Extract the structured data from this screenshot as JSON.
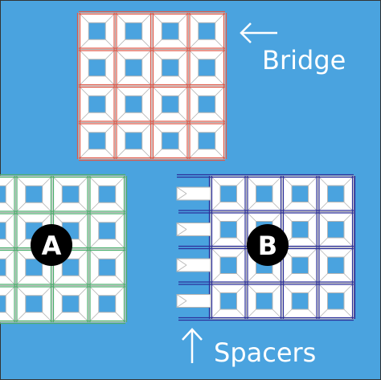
{
  "labels": {
    "bridge": "Bridge",
    "spacers": "Spacers",
    "badge_a": "A",
    "badge_b": "B"
  },
  "arrows": {
    "bridge_arrow_icon": "arrow-left",
    "spacers_arrow_icon": "arrow-up"
  },
  "colors": {
    "background": "#4aa3df",
    "panel_border": "#333333",
    "grid_fill": "#ffffff",
    "grid_edge": "#b4b4b4",
    "bridge_lines": "#e05a4a",
    "a_lines": "#4caf6e",
    "b_lines": "#2b2f9a",
    "badge_fill": "#000000",
    "text": "#ffffff"
  },
  "grids": {
    "bridge": {
      "rows": 4,
      "cols": 4
    },
    "a": {
      "rows": 4,
      "cols": 4
    },
    "b": {
      "rows": 4,
      "cols": 5,
      "spacer_rows": 4
    }
  }
}
